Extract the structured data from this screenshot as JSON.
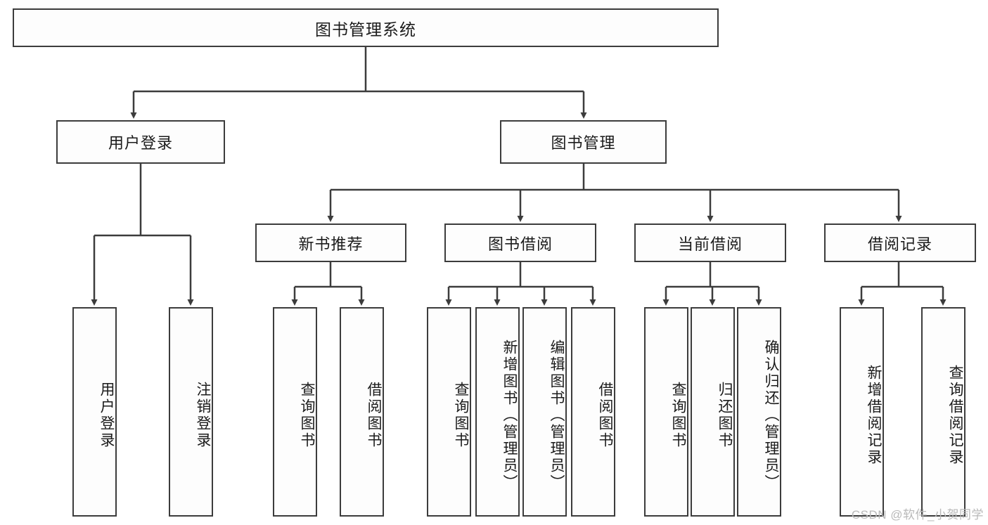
{
  "diagram": {
    "title": "图书管理系统",
    "type": "tree",
    "root": {
      "label": "图书管理系统"
    },
    "level2": [
      {
        "label": "用户登录"
      },
      {
        "label": "图书管理"
      }
    ],
    "level3": [
      {
        "label": "新书推荐"
      },
      {
        "label": "图书借阅"
      },
      {
        "label": "当前借阅"
      },
      {
        "label": "借阅记录"
      }
    ],
    "leaves": {
      "user_login": [
        "用户登录",
        "注销登录"
      ],
      "new_book": [
        "查询图书",
        "借阅图书"
      ],
      "book_borrow": [
        "查询图书",
        "新增图书（管理员）",
        "编辑图书（管理员）",
        "借阅图书"
      ],
      "current_borrow": [
        "查询图书",
        "归还图书",
        "确认归还（管理员）"
      ],
      "borrow_record": [
        "新增借阅记录",
        "查询借阅记录"
      ]
    }
  },
  "watermark": {
    "text": "CSDN @软件_小贺同学"
  },
  "colors": {
    "border": "#3c3c3c",
    "box_fill": "#fdfdfd",
    "text": "#1b1b1b",
    "watermark": "#b9b9b9",
    "background": "#ffffff"
  }
}
